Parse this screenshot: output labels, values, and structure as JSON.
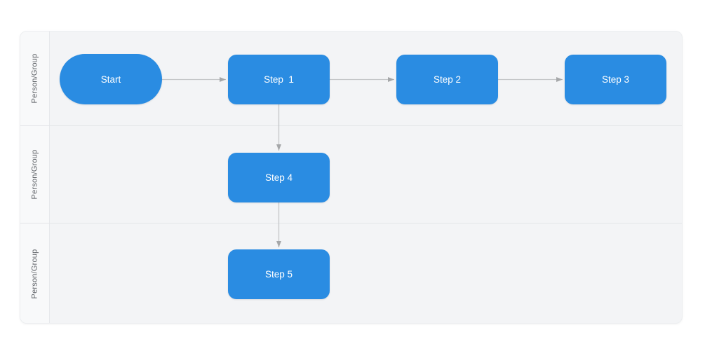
{
  "diagram": {
    "type": "swimlane-flowchart",
    "lanes": [
      {
        "label": "Person/Group"
      },
      {
        "label": "Person/Group"
      },
      {
        "label": "Person/Group"
      }
    ],
    "shapes": [
      {
        "id": "start",
        "label": "Start",
        "kind": "terminator",
        "lane": 0
      },
      {
        "id": "step1",
        "label": "Step  1",
        "kind": "process",
        "lane": 0
      },
      {
        "id": "step2",
        "label": "Step 2",
        "kind": "process",
        "lane": 0
      },
      {
        "id": "step3",
        "label": "Step 3",
        "kind": "process",
        "lane": 0
      },
      {
        "id": "step4",
        "label": "Step 4",
        "kind": "process",
        "lane": 1
      },
      {
        "id": "step5",
        "label": "Step 5",
        "kind": "process",
        "lane": 2
      }
    ],
    "connectors": [
      {
        "from": "start",
        "to": "step1",
        "direction": "right"
      },
      {
        "from": "step1",
        "to": "step2",
        "direction": "right"
      },
      {
        "from": "step2",
        "to": "step3",
        "direction": "right"
      },
      {
        "from": "step1",
        "to": "step4",
        "direction": "down"
      },
      {
        "from": "step4",
        "to": "step5",
        "direction": "down"
      }
    ],
    "colors": {
      "shape_fill": "#2a8ce2",
      "shape_text": "#ffffff",
      "lane_body": "#f3f4f6",
      "lane_header": "#f8f9fa",
      "border": "#e3e5e8",
      "lane_label_text": "#5f6368",
      "connector_line": "#c4c6c8",
      "connector_arrowhead": "#a5a7a9"
    }
  }
}
